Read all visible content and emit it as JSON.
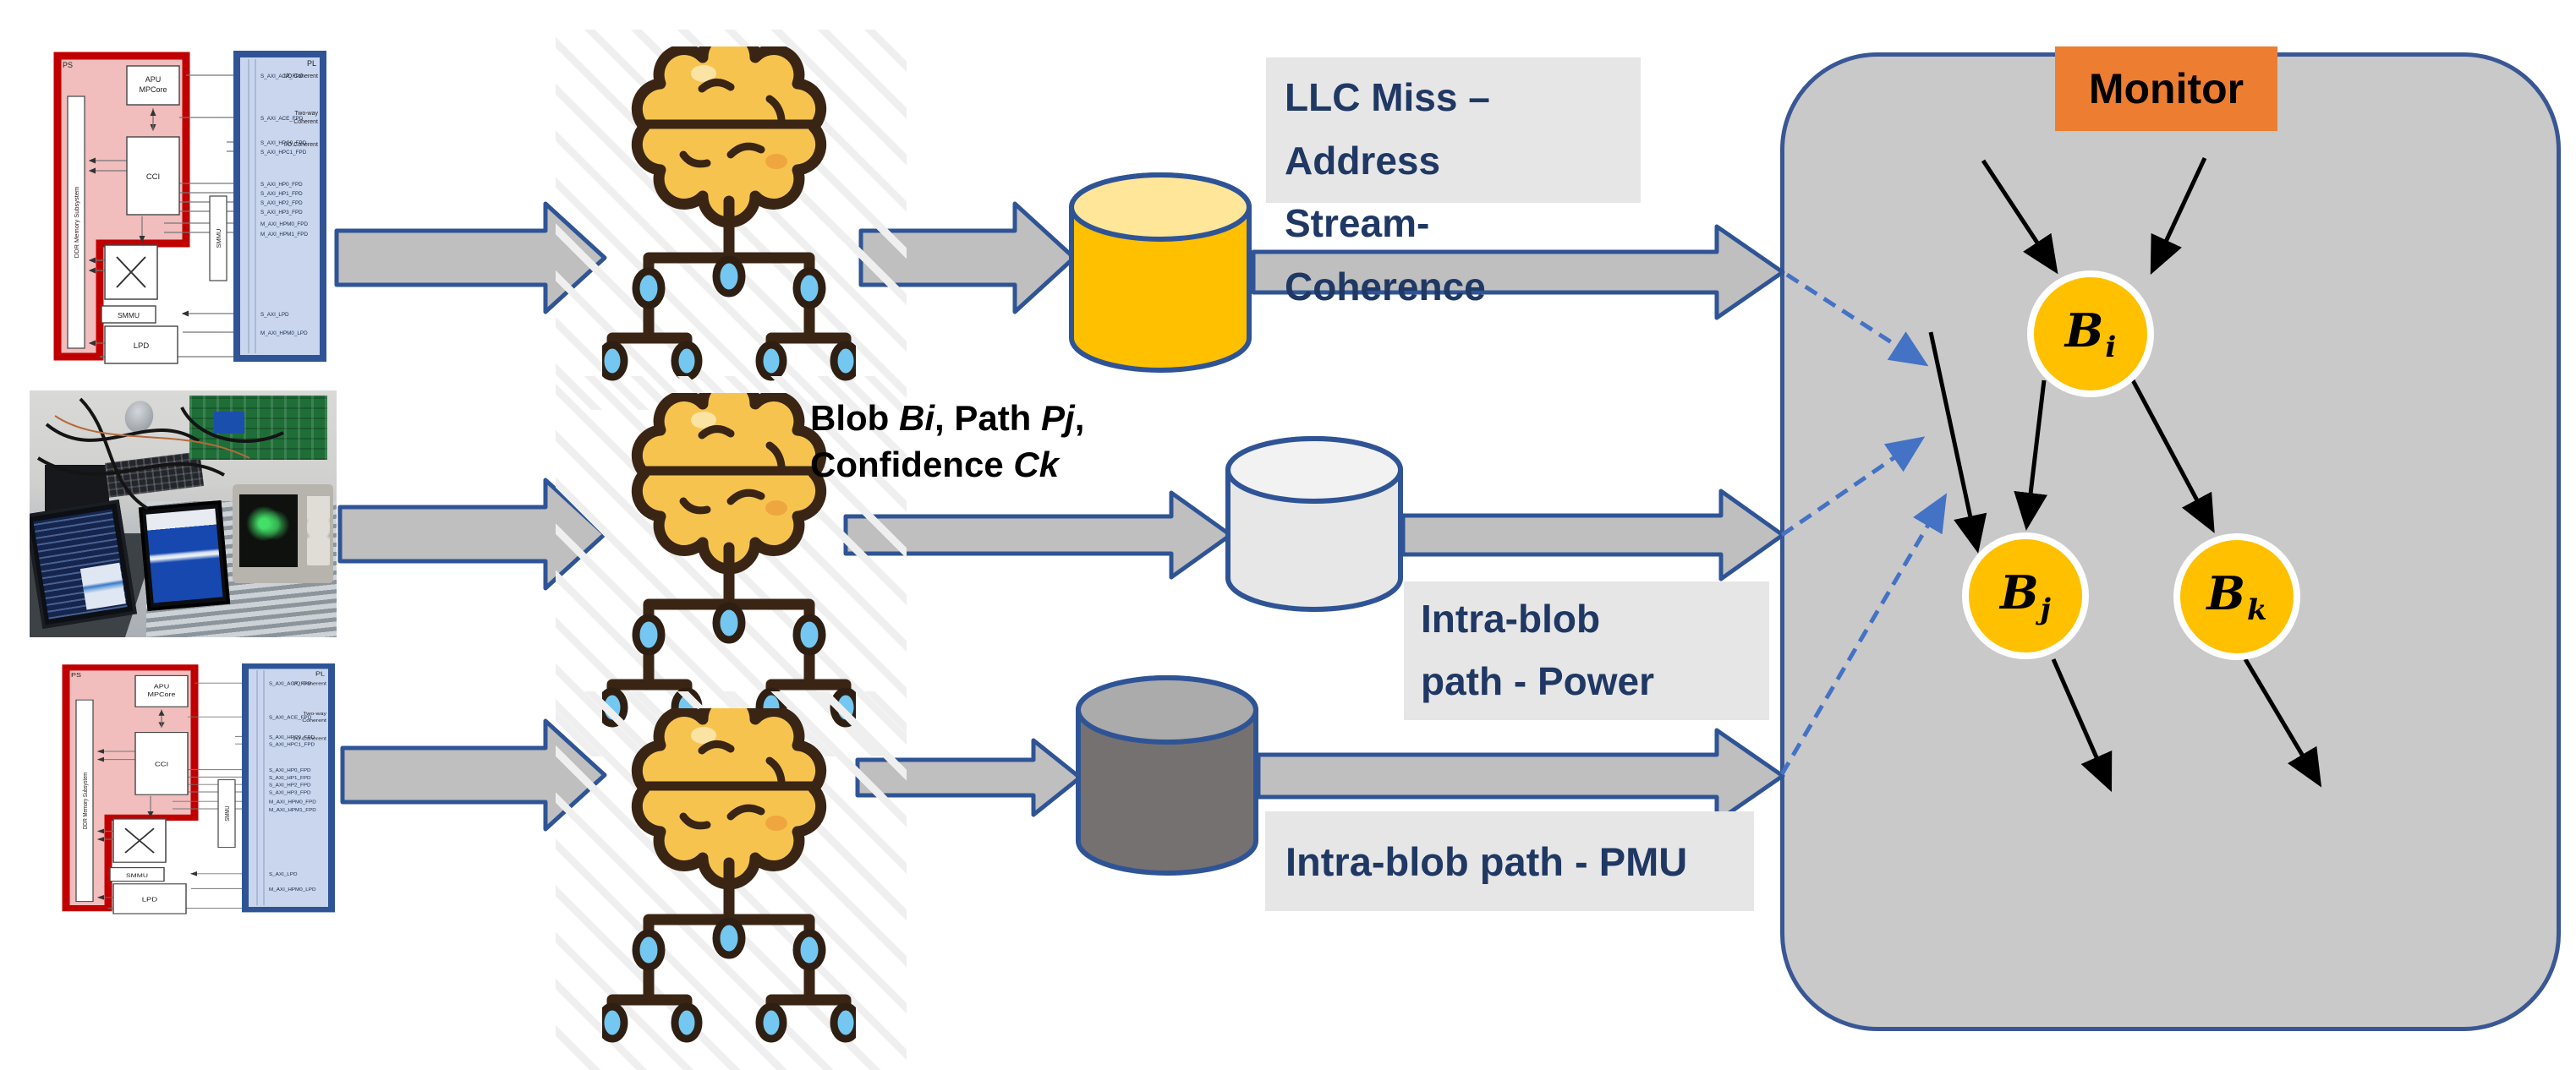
{
  "labels": {
    "llc": {
      "line1": "LLC Miss – Address",
      "line2": "Stream- Coherence"
    },
    "power": {
      "line1": "Intra-blob",
      "line2": "path - Power"
    },
    "pmu": "Intra-blob path - PMU",
    "blob": {
      "s1": "Blob ",
      "v1": "Bi",
      "s2": ", Path ",
      "v2": "Pj",
      "s3": ",",
      "line2s": "Confidence ",
      "v3": "Ck"
    }
  },
  "monitor": {
    "title": "Monitor",
    "nodes": [
      {
        "base": "B",
        "sub": "i"
      },
      {
        "base": "B",
        "sub": "j"
      },
      {
        "base": "B",
        "sub": "k"
      }
    ]
  },
  "circuit": {
    "ps_label": "PS",
    "pl_label": "PL",
    "blocks": {
      "apu_l1": "APU",
      "apu_l2": "MPCore",
      "cci": "CCI",
      "smmu_vertical": "SMMU",
      "smmu": "SMMU",
      "lpd": "LPD",
      "ddr": "DDR Memory Subsystem"
    },
    "pl_ports": [
      "S_AXI_ACP_FPD",
      "S_AXI_ACE_FPD",
      "S_AXI_HPC0_FPD",
      "S_AXI_HPC1_FPD",
      "S_AXI_HP0_FPD",
      "S_AXI_HP1_FPD",
      "S_AXI_HP2_FPD",
      "S_AXI_HP3_FPD",
      "M_AXI_HPM0_FPD",
      "M_AXI_HPM1_FPD",
      "S_AXI_LPD",
      "M_AXI_HPM0_LPD"
    ],
    "coherence": [
      "I/O Coherent",
      "Two-way",
      "Coherent",
      "I/O Coherent"
    ]
  },
  "colors": {
    "accent_navy": "#2F5496",
    "monitor_border": "#3A5795",
    "monitor_fill": "#C9C9C9",
    "monitor_label_orange": "#ED7D31",
    "node_yellow": "#FFC000",
    "label_bg": "#E7E6E6",
    "label_text": "#1F3864",
    "arrow_gray": "#BFBFBF",
    "dashed_blue": "#4472C4",
    "cylinder_yellow": "#FFC000",
    "cylinder_light_gray": "#E7E7E7",
    "cylinder_dark_gray": "#767171",
    "ps_red": "#C00000",
    "ps_fill": "#F1BDBD",
    "pl_fill": "#C9D6EE",
    "brain_fill": "#F6C44E",
    "brain_outline": "#3A2514",
    "tree_node_blue": "#74C7F0"
  }
}
